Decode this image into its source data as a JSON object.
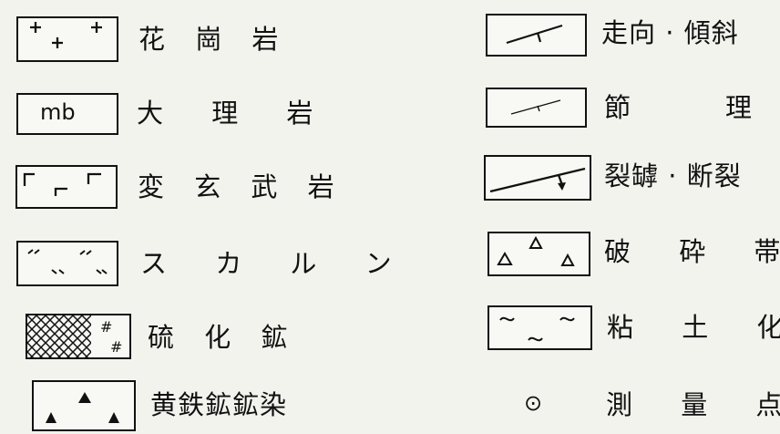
{
  "legend": {
    "left": [
      {
        "label": "花 崗 岩",
        "symbol": "granite-plus"
      },
      {
        "label": "大 理 岩",
        "symbol": "marble-mb",
        "box_text": "mb"
      },
      {
        "label": "変 玄 武 岩",
        "symbol": "metabasalt-corners"
      },
      {
        "label": "ス カ ル ン",
        "symbol": "skarn-ticks"
      },
      {
        "label": "硫 化 鉱",
        "symbol": "sulfide-crosshatch",
        "box_text": "#"
      },
      {
        "label": "黄鉄鉱鉱染",
        "symbol": "pyrite-triangles"
      }
    ],
    "right": [
      {
        "label": "走向 · 傾斜",
        "symbol": "strike-dip"
      },
      {
        "label": "節 理",
        "symbol": "joint"
      },
      {
        "label": "裂罅 · 断裂",
        "symbol": "fissure-fault"
      },
      {
        "label": "破 砕 帯",
        "symbol": "fracture-zone"
      },
      {
        "label": "粘 土 化",
        "symbol": "clay-alteration"
      },
      {
        "label": "測 量 点",
        "symbol": "survey-point",
        "point_symbol": "⊙"
      }
    ]
  }
}
